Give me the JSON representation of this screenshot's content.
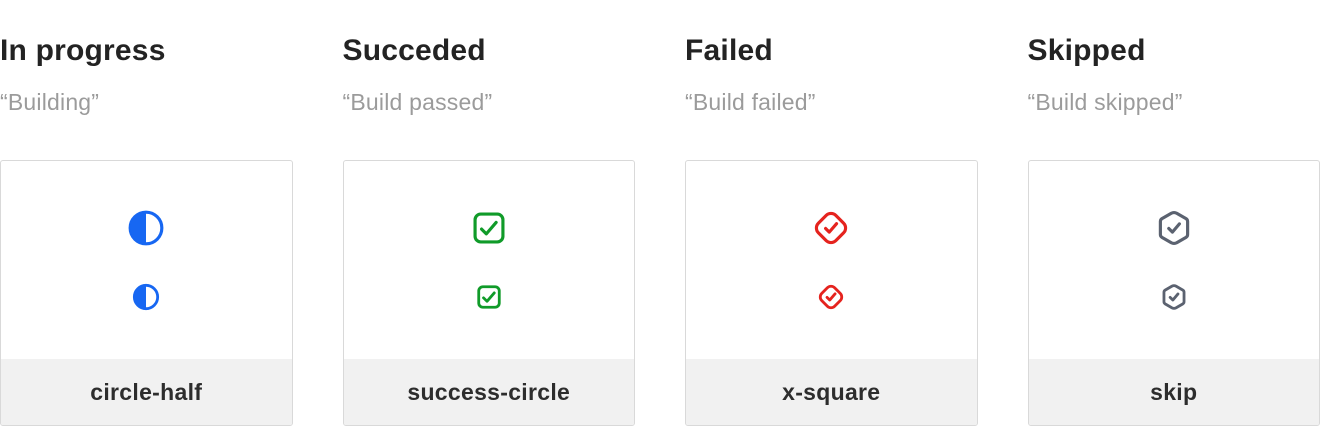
{
  "columns": [
    {
      "title": "In progress",
      "quote": "“Building”",
      "label": "circle-half",
      "icon": "circle-half",
      "color": "#1767f2"
    },
    {
      "title": "Succeded",
      "quote": "“Build passed”",
      "label": "success-circle",
      "icon": "check-square",
      "color": "#109b29"
    },
    {
      "title": "Failed",
      "quote": "“Build failed”",
      "label": "x-square",
      "icon": "check-diamond",
      "color": "#e5231e"
    },
    {
      "title": "Skipped",
      "quote": "“Build skipped”",
      "label": "skip",
      "icon": "check-hexagon",
      "color": "#5b6270"
    }
  ],
  "colors": {
    "heading": "#232323",
    "subtitle": "#9b9b9b",
    "card_border": "#d9d9d9",
    "footer_bg": "#f1f1f1",
    "label_text": "#2d2d2d",
    "in_progress": "#1767f2",
    "succeeded": "#109b29",
    "failed": "#e5231e",
    "skipped": "#5b6270"
  }
}
